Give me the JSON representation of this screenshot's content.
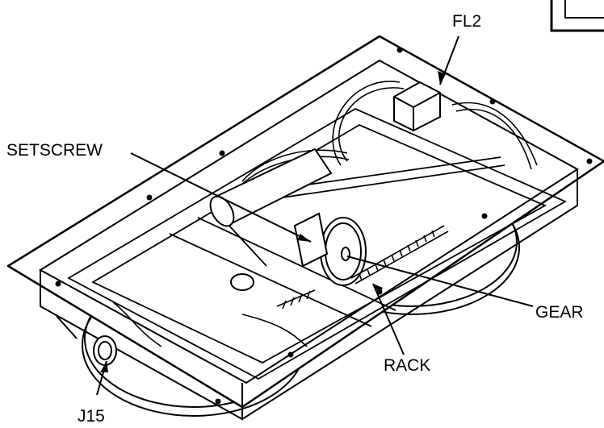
{
  "labels": {
    "fl2": "FL2",
    "setscrew": "SETSCREW",
    "gear": "GEAR",
    "rack": "RACK",
    "j15": "J15"
  }
}
